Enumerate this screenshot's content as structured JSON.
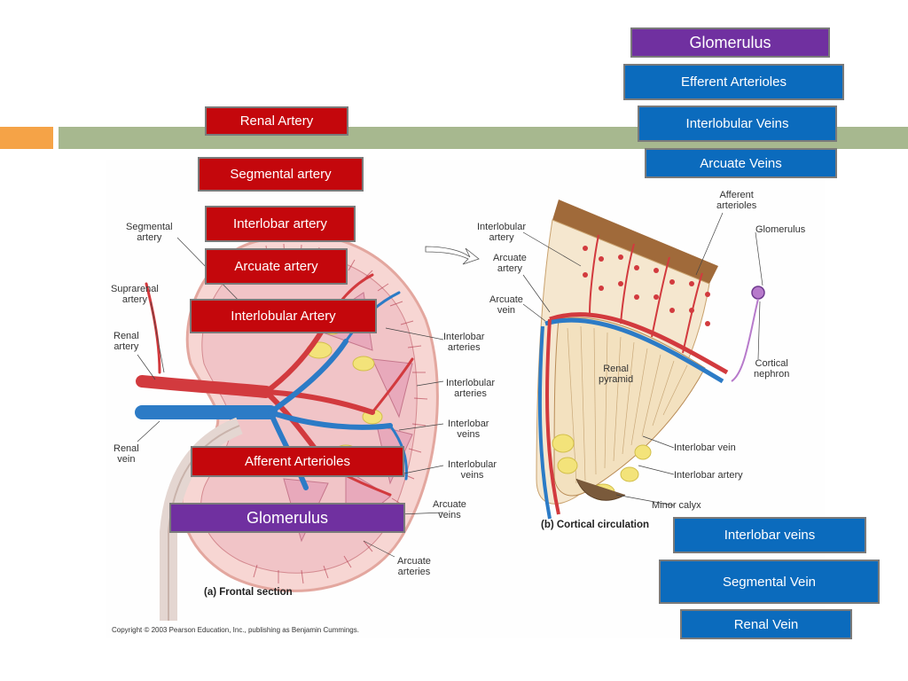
{
  "figure": {
    "labels": {
      "segmental_artery": "Segmental\nartery",
      "suprarenal_artery": "Suprarenal\nartery",
      "renal_artery": "Renal\nartery",
      "renal_vein": "Renal\nvein",
      "interlobar_arteries": "Interlobar\narteries",
      "interlobular_arteries": "Interlobular\narteries",
      "interlobar_veins": "Interlobar\nveins",
      "interlobular_veins": "Interlobular\nveins",
      "arcuate_veins": "Arcuate\nveins",
      "arcuate_arteries": "Arcuate\narteries",
      "interlobular_artery": "Interlobular\nartery",
      "arcuate_artery": "Arcuate\nartery",
      "arcuate_vein": "Arcuate\nvein",
      "afferent_arterioles": "Afferent\narterioles",
      "glomerulus": "Glomerulus",
      "cortical_nephron": "Cortical\nnephron",
      "renal_pyramid": "Renal\npyramid",
      "interlobar_vein": "Interlobar vein",
      "interlobar_artery": "Interlobar artery",
      "minor_calyx": "Minor calyx"
    },
    "caption_a": "(a) Frontal section",
    "caption_b": "(b) Cortical circulation",
    "copyright": "Copyright © 2003 Pearson Education, Inc., publishing as Benjamin Cummings."
  },
  "boxes": {
    "renal_artery": "Renal Artery",
    "segmental_artery": "Segmental artery",
    "interlobar_artery": "Interlobar artery",
    "arcuate_artery": "Arcuate artery",
    "interlobular_artery": "Interlobular Artery",
    "afferent_arterioles": "Afferent Arterioles",
    "glomerulus_left": "Glomerulus",
    "glomerulus_top": "Glomerulus",
    "efferent_arterioles": "Efferent Arterioles",
    "interlobular_veins": "Interlobular Veins",
    "arcuate_veins": "Arcuate Veins",
    "interlobar_veins": "Interlobar veins",
    "segmental_vein": "Segmental Vein",
    "renal_vein": "Renal Vein"
  },
  "colors": {
    "artery_box": "#c4070c",
    "vein_box": "#0b6bbd",
    "glomerulus_box": "#7030a0",
    "accent_orange": "#f5a347",
    "accent_green": "#a7b88f"
  }
}
